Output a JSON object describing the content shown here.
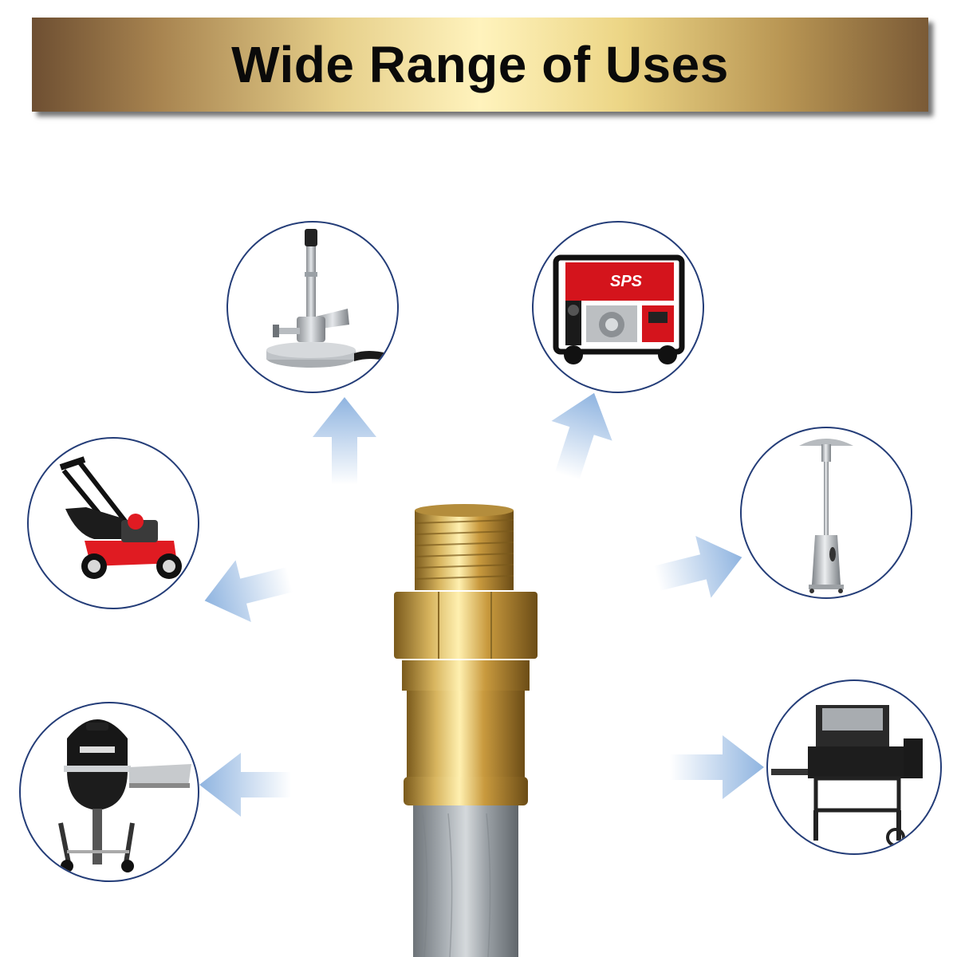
{
  "banner": {
    "title": "Wide Range of Uses"
  },
  "uses": [
    {
      "name": "bunsen burner",
      "icon": "bunsen-burner-icon"
    },
    {
      "name": "generator",
      "icon": "generator-icon",
      "label": "SPS",
      "colors": {
        "primary": "#d4141c"
      }
    },
    {
      "name": "lawn mower",
      "icon": "lawn-mower-icon",
      "colors": {
        "primary": "#e01b22"
      }
    },
    {
      "name": "patio heater",
      "icon": "patio-heater-icon"
    },
    {
      "name": "kamado grill",
      "icon": "kamado-grill-icon"
    },
    {
      "name": "pellet smoker grill",
      "icon": "pellet-grill-icon"
    }
  ],
  "colors": {
    "circle_border": "#243d78",
    "arrow": "#8fb4e0",
    "brass": "#c9a24a",
    "hose": "#8f969c"
  }
}
